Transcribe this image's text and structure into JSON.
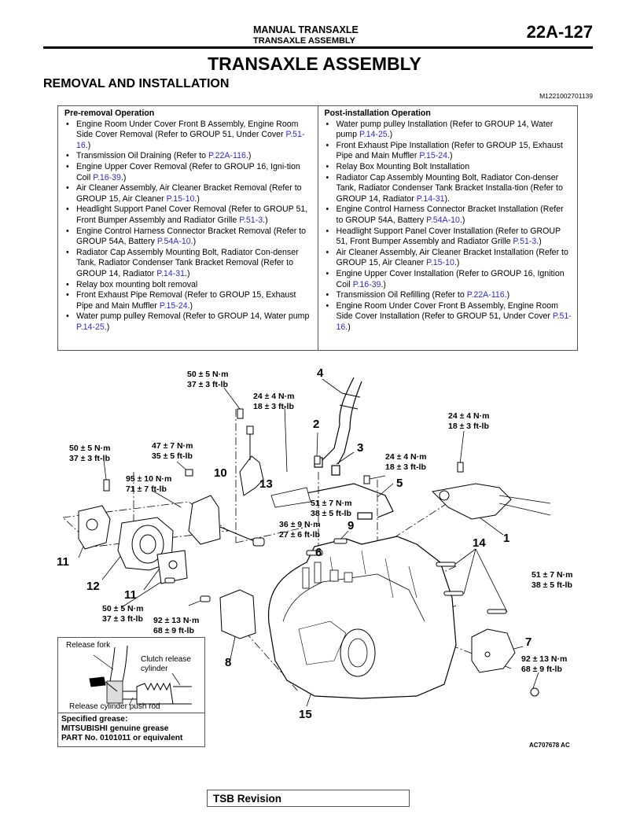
{
  "header": {
    "section": "MANUAL TRANSAXLE",
    "subsection": "TRANSAXLE ASSEMBLY",
    "page_number": "22A-127"
  },
  "title": "TRANSAXLE ASSEMBLY",
  "subtitle": "REMOVAL AND INSTALLATION",
  "doc_id": "M1221002701139",
  "pre_removal": {
    "heading": "Pre-removal Operation",
    "items": [
      {
        "text": "Engine Room Under Cover Front B Assembly, Engine Room Side Cover Removal (Refer to GROUP 51, Under Cover ",
        "link": "P.51-16",
        "tail": ".)"
      },
      {
        "text": "Transmission Oil Draining (Refer to ",
        "link": "P.22A-116",
        "tail": ".)"
      },
      {
        "text": "Engine Upper Cover Removal (Refer to GROUP 16, Igni-tion Coil ",
        "link": "P.16-39",
        "tail": ".)"
      },
      {
        "text": "Air Cleaner Assembly, Air Cleaner Bracket Removal (Refer to GROUP 15, Air Cleaner ",
        "link": "P.15-10",
        "tail": ".)"
      },
      {
        "text": "Headlight Support Panel Cover Removal (Refer to GROUP 51, Front Bumper Assembly and Radiator Grille ",
        "link": "P.51-3",
        "tail": ".)"
      },
      {
        "text": "Engine Control Harness Connector Bracket Removal (Refer to GROUP 54A, Battery ",
        "link": "P.54A-10",
        "tail": ".)"
      },
      {
        "text": "Radiator Cap Assembly Mounting Bolt, Radiator Con-denser Tank, Radiator Condenser Tank Bracket Removal (Refer to GROUP 14, Radiator ",
        "link": "P.14-31",
        "tail": ".)"
      },
      {
        "text": "Relay box mounting bolt removal",
        "link": "",
        "tail": ""
      },
      {
        "text": "Front Exhaust Pipe Removal (Refer to GROUP 15, Exhaust Pipe and Main Muffler ",
        "link": "P.15-24",
        "tail": ".)"
      },
      {
        "text": "Water pump pulley Removal (Refer to GROUP 14, Water pump ",
        "link": "P.14-25",
        "tail": ".)"
      }
    ]
  },
  "post_installation": {
    "heading": "Post-installation Operation",
    "items": [
      {
        "text": "Water pump pulley Installation (Refer to GROUP 14, Water pump ",
        "link": "P.14-25",
        "tail": ".)"
      },
      {
        "text": "Front Exhaust Pipe Installation (Refer to GROUP 15, Exhaust Pipe and Main Muffler ",
        "link": "P.15-24",
        "tail": ".)"
      },
      {
        "text": "Relay Box Mounting Bolt Installation",
        "link": "",
        "tail": ""
      },
      {
        "text": "Radiator Cap Assembly Mounting Bolt, Radiator Con-denser Tank, Radiator Condenser Tank Bracket Installa-tion (Refer to GROUP 14, Radiator ",
        "link": "P.14-31",
        "tail": ")."
      },
      {
        "text": "Engine Control Harness Connector Bracket Installation (Refer to GROUP 54A, Battery ",
        "link": "P.54A-10",
        "tail": ".)"
      },
      {
        "text": "Headlight Support Panel Cover Installation (Refer to GROUP 51, Front Bumper Assembly and Radiator Grille ",
        "link": "P.51-3",
        "tail": ".)"
      },
      {
        "text": "Air Cleaner Assembly, Air Cleaner Bracket Installation (Refer to GROUP 15, Air Cleaner ",
        "link": "P.15-10",
        "tail": ".)"
      },
      {
        "text": "Engine Upper Cover Installation (Refer to GROUP 16, Ignition Coil ",
        "link": "P.16-39",
        "tail": ".)"
      },
      {
        "text": "Transmission Oil Refilling (Refer to ",
        "link": "P.22A-116",
        "tail": ".)"
      },
      {
        "text": "Engine Room Under Cover Front B Assembly, Engine Room Side Cover Installation (Refer to GROUP 51, Under Cover ",
        "link": "P.51-16",
        "tail": ".)"
      }
    ]
  },
  "diagram": {
    "torques": [
      {
        "nm": "50 ± 5 N·m",
        "ftlb": "37 ± 3 ft-lb"
      },
      {
        "nm": "24 ± 4 N·m",
        "ftlb": "18 ± 3 ft-lb"
      },
      {
        "nm": "24 ± 4 N·m",
        "ftlb": "18 ± 3 ft-lb"
      },
      {
        "nm": "50 ± 5 N·m",
        "ftlb": "37 ± 3 ft-lb"
      },
      {
        "nm": "47 ± 7 N·m",
        "ftlb": "35 ± 5 ft-lb"
      },
      {
        "nm": "24 ± 4 N·m",
        "ftlb": "18 ± 3 ft-lb"
      },
      {
        "nm": "95 ± 10 N·m",
        "ftlb": "71 ± 7 ft-lb"
      },
      {
        "nm": "51 ± 7 N·m",
        "ftlb": "38 ± 5 ft-lb"
      },
      {
        "nm": "36 ± 9 N·m",
        "ftlb": "27 ± 6 ft-lb"
      },
      {
        "nm": "51 ± 7 N·m",
        "ftlb": "38 ± 5 ft-lb"
      },
      {
        "nm": "50 ± 5 N·m",
        "ftlb": "37 ± 3 ft-lb"
      },
      {
        "nm": "92 ± 13 N·m",
        "ftlb": "68 ± 9 ft-lb"
      },
      {
        "nm": "92 ± 13 N·m",
        "ftlb": "68 ± 9 ft-lb"
      }
    ],
    "part_numbers": [
      "4",
      "2",
      "3",
      "10",
      "13",
      "5",
      "9",
      "1",
      "6",
      "14",
      "11",
      "12",
      "11",
      "8",
      "7",
      "15"
    ],
    "inset": {
      "release_fork": "Release fork",
      "clutch_release_cylinder_1": "Clutch release",
      "clutch_release_cylinder_2": "cylinder",
      "push_rod": "Release cylinder push rod",
      "note_1": "Specified grease:",
      "note_2": "MITSUBISHI genuine grease",
      "note_3": "PART No. 0101011 or equivalent"
    },
    "figure_id": "AC707678 AC"
  },
  "footer": {
    "tsb_label": "TSB Revision"
  },
  "colors": {
    "link": "#2a2ad0",
    "border": "#555555"
  }
}
